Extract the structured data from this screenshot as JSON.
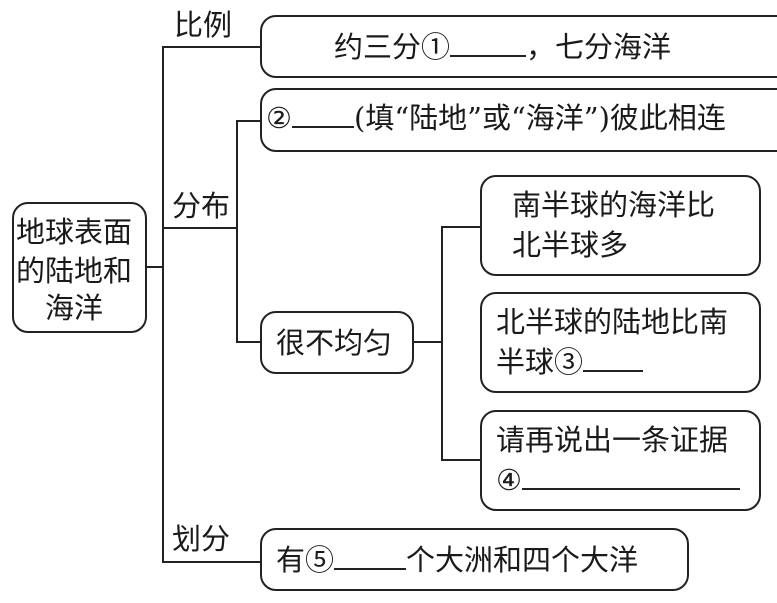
{
  "root": {
    "lines": [
      "地球表面",
      "的陆地和",
      "海洋"
    ]
  },
  "branches": {
    "ratio": {
      "label": "比例",
      "box": {
        "prefix": "约三分①",
        "suffix": "，七分海洋"
      }
    },
    "distribution": {
      "label": "分布",
      "connected": {
        "prefix": "②",
        "suffix": "(填“陆地”或“海洋”)彼此相连"
      },
      "uneven": {
        "label": "很不均匀",
        "items": [
          {
            "lines": [
              "南半球的海洋比",
              "北半球多"
            ]
          },
          {
            "line1": "北半球的陆地比南",
            "line2_prefix": "半球③"
          },
          {
            "line1": "请再说出一条证据",
            "line2_prefix": "④"
          }
        ]
      }
    },
    "division": {
      "label": "划分",
      "box": {
        "prefix": "有⑤",
        "suffix": "个大洲和四个大洋"
      }
    }
  }
}
